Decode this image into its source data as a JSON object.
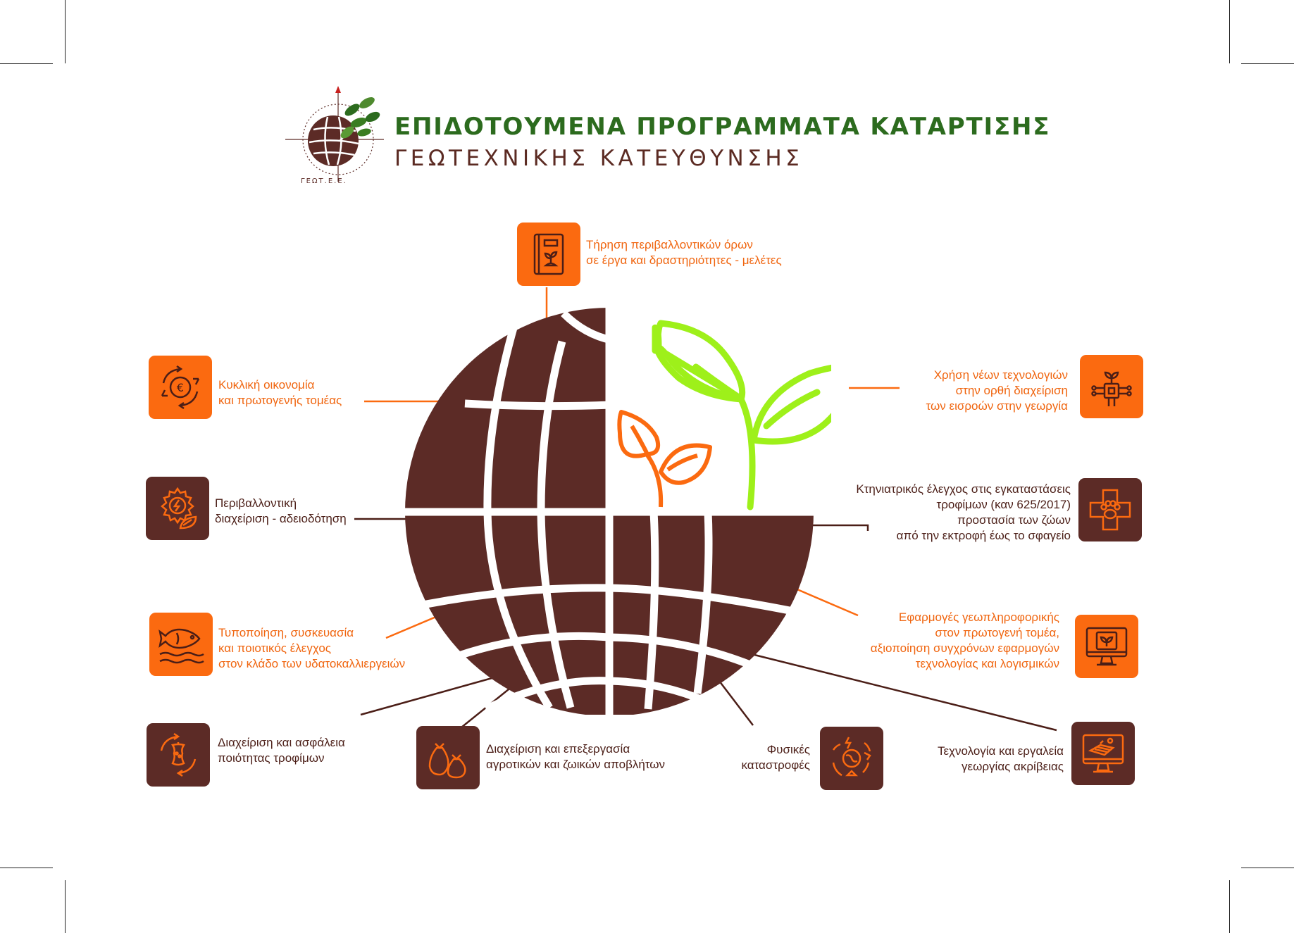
{
  "header": {
    "logo_text": "ΓΕΩΤ.Ε.Ε.",
    "title_line1": "ΕΠΙΔΟΤΟΥΜΕΝΑ ΠΡΟΓΡΑΜΜΑΤΑ ΚΑΤΑΡΤΙΣΗΣ",
    "title_line2": "ΓΕΩΤΕΧΝΙΚΗΣ ΚΑΤΕΥΘΥΝΣΗΣ"
  },
  "colors": {
    "orange": "#fb6a10",
    "brown": "#5c2b26",
    "green_title": "#2c6b1e",
    "lime_sprout": "#9ef01a",
    "brown_text": "#4b1e17"
  },
  "topics": [
    {
      "id": "environmental-terms",
      "icon": "book-plant-icon",
      "style": "orange",
      "lines": [
        "Τήρηση περιβαλλοντικών όρων",
        "σε έργα και δραστηριότητες - μελέτες"
      ]
    },
    {
      "id": "circular-economy",
      "icon": "euro-cycle-icon",
      "style": "orange",
      "lines": [
        "Κυκλική οικονομία",
        "και πρωτογενής τομέας"
      ]
    },
    {
      "id": "new-technologies",
      "icon": "chip-plant-icon",
      "style": "orange",
      "lines": [
        "Χρήση νέων τεχνολογιών",
        "στην ορθή διαχείριση",
        "των εισροών στην γεωργία"
      ]
    },
    {
      "id": "environmental-management",
      "icon": "gear-energy-leaf-icon",
      "style": "brown",
      "lines": [
        "Περιβαλλοντική",
        "διαχείριση - αδειοδότηση"
      ]
    },
    {
      "id": "veterinary-control",
      "icon": "veterinary-paw-icon",
      "style": "brown",
      "lines": [
        "Κτηνιατρικός έλεγχος στις εγκαταστάσεις",
        "τροφίμων (καν 625/2017)",
        "προστασία των ζώων",
        "από την εκτροφή έως το σφαγείο"
      ]
    },
    {
      "id": "aquaculture",
      "icon": "fish-waves-icon",
      "style": "orange",
      "lines": [
        "Τυποποίηση, συσκευασία",
        "και ποιοτικός έλεγχος",
        "στον κλάδο των υδατοκαλλιεργειών"
      ]
    },
    {
      "id": "geoinformatics",
      "icon": "monitor-plant-icon",
      "style": "orange",
      "lines": [
        "Εφαρμογές γεωπληροφορικής",
        "στον πρωτογενή τομέα,",
        "αξιοποίηση συγχρόνων εφαρμογών",
        "τεχνολογίας και λογισμικών"
      ]
    },
    {
      "id": "food-safety",
      "icon": "apple-core-cycle-icon",
      "style": "brown",
      "lines": [
        "Διαχείριση και ασφάλεια",
        "ποιότητας τροφίμων"
      ]
    },
    {
      "id": "waste-management",
      "icon": "waste-bags-icon",
      "style": "brown",
      "lines": [
        "Διαχείριση και επεξεργασία",
        "αγροτικών και ζωικών αποβλήτων"
      ]
    },
    {
      "id": "natural-disasters",
      "icon": "earth-disaster-icon",
      "style": "brown",
      "lines": [
        "Φυσικές",
        "καταστροφές"
      ]
    },
    {
      "id": "precision-agriculture",
      "icon": "monitor-field-icon",
      "style": "brown",
      "lines": [
        "Τεχνολογία και εργαλεία",
        "γεωργίας ακρίβειας"
      ]
    }
  ]
}
